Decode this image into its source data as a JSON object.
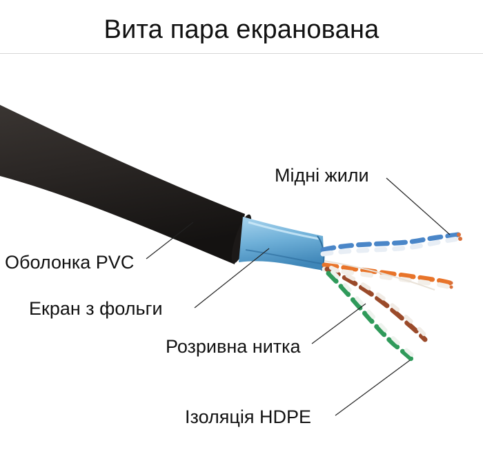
{
  "title": "Вита пара екранована",
  "labels": {
    "copper": "Мідні жили",
    "jacket": "Оболонка PVC",
    "foil": "Екран з фольги",
    "ripcord": "Розривна нитка",
    "insulation": "Ізоляція HDPE"
  },
  "colors": {
    "jacket": "#2a2624",
    "foil": "#6fb0d8",
    "pair_blue": "#4a86c8",
    "pair_orange": "#e8742a",
    "pair_brown": "#9a4a2a",
    "pair_green": "#2f9a5a",
    "copper": "#d9703a"
  }
}
